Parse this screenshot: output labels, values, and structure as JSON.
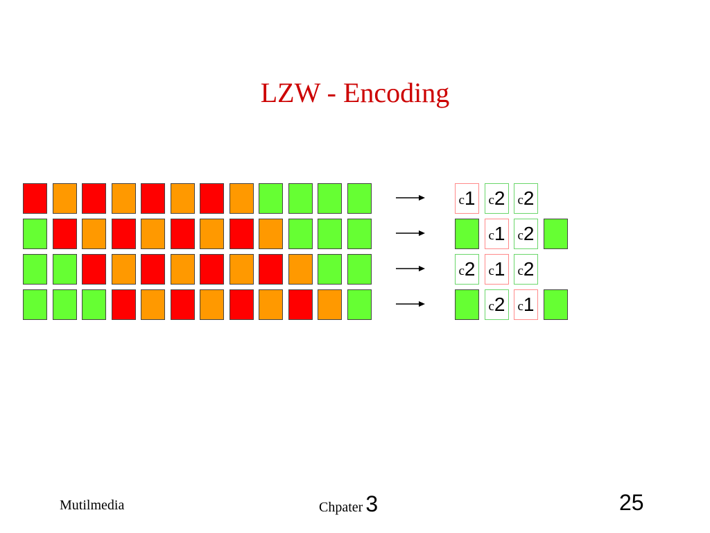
{
  "slide": {
    "title": "LZW - Encoding",
    "footer_left": "Mutilmedia",
    "footer_chapter_label": "Chpater",
    "footer_chapter_number": "3",
    "page_number": "25"
  },
  "colors": {
    "R": "#ff0000",
    "O": "#ff9900",
    "G": "#66ff33",
    "code1_border": "#ff8a8a",
    "code2_border": "#6ad66a"
  },
  "input_rows": [
    [
      "R",
      "O",
      "R",
      "O",
      "R",
      "O",
      "R",
      "O",
      "G",
      "G",
      "G",
      "G"
    ],
    [
      "G",
      "R",
      "O",
      "R",
      "O",
      "R",
      "O",
      "R",
      "O",
      "G",
      "G",
      "G"
    ],
    [
      "G",
      "G",
      "R",
      "O",
      "R",
      "O",
      "R",
      "O",
      "R",
      "O",
      "G",
      "G"
    ],
    [
      "G",
      "G",
      "G",
      "R",
      "O",
      "R",
      "O",
      "R",
      "O",
      "R",
      "O",
      "G"
    ]
  ],
  "output_rows": [
    [
      {
        "type": "code",
        "letter": "c",
        "num": "1"
      },
      {
        "type": "code",
        "letter": "c",
        "num": "2"
      },
      {
        "type": "code",
        "letter": "c",
        "num": "2"
      }
    ],
    [
      {
        "type": "fill",
        "color": "G"
      },
      {
        "type": "code",
        "letter": "c",
        "num": "1"
      },
      {
        "type": "code",
        "letter": "c",
        "num": "2"
      },
      {
        "type": "fill",
        "color": "G"
      }
    ],
    [
      {
        "type": "code",
        "letter": "c",
        "num": "2"
      },
      {
        "type": "code",
        "letter": "c",
        "num": "1"
      },
      {
        "type": "code",
        "letter": "c",
        "num": "2"
      }
    ],
    [
      {
        "type": "fill",
        "color": "G"
      },
      {
        "type": "code",
        "letter": "c",
        "num": "2"
      },
      {
        "type": "code",
        "letter": "c",
        "num": "1"
      },
      {
        "type": "fill",
        "color": "G"
      }
    ]
  ]
}
